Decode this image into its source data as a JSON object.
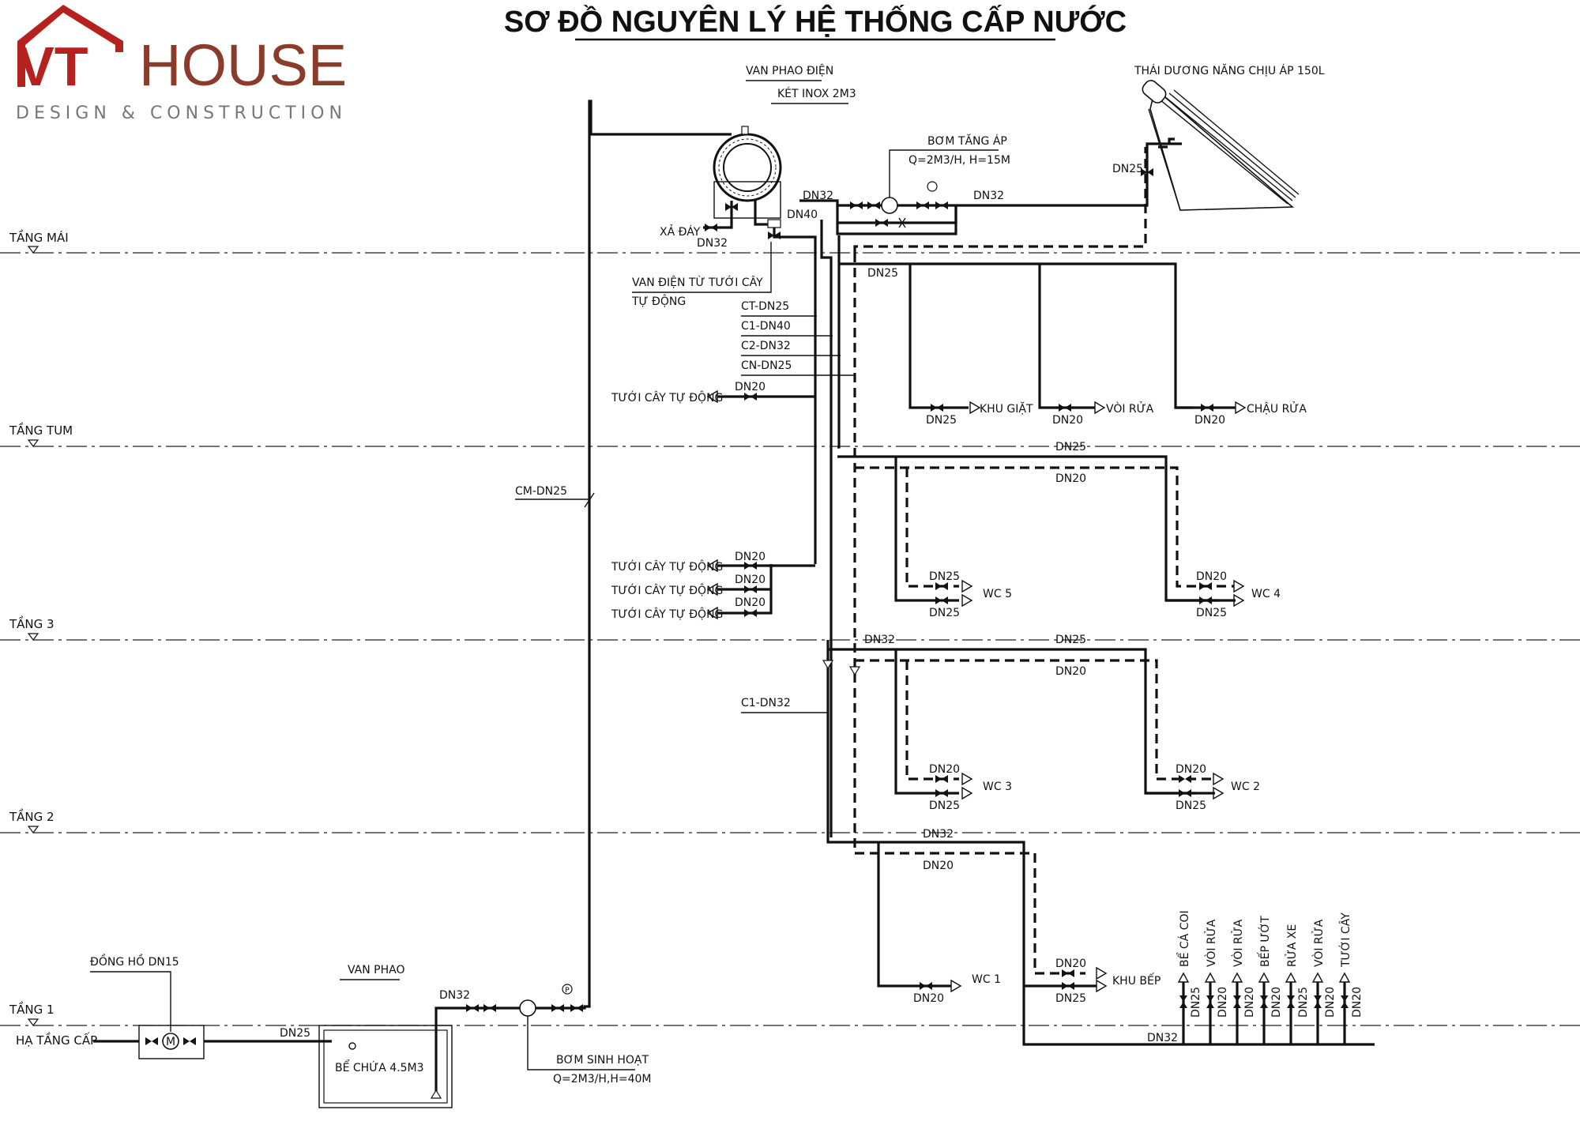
{
  "title": "SƠ ĐỒ NGUYÊN LÝ HỆ THỐNG CẤP NƯỚC",
  "logo": {
    "mark": "VT",
    "name": "HOUSE",
    "tagline": "DESIGN & CONSTRUCTION",
    "colors": {
      "primary": "#b5211f",
      "secondary": "#8a3b2a",
      "tagline": "#777777"
    }
  },
  "levels": [
    "TẦNG MÁI",
    "TẦNG TUM",
    "TẦNG 3",
    "TẦNG 2",
    "TẦNG 1"
  ],
  "equipment": {
    "float_valve_elec": "VAN PHAO ĐIỆN",
    "tank_roof": "KÉT INOX 2M3",
    "booster_pump": "BƠM TĂNG ÁP",
    "booster_pump_spec": "Q=2M3/H, H=15M",
    "solar": "THÁI DƯƠNG NĂNG CHỊU ÁP 150L",
    "drain": "XẢ ĐÁY",
    "solenoid": "VAN ĐIỆN TỪ TƯỚI CÂY",
    "solenoid2": "TỰ ĐỘNG",
    "meter": "ĐỒNG HỒ DN15",
    "float_valve": "VAN PHAO",
    "city_supply": "HẠ TẦNG CẤP",
    "ground_tank": "BỂ CHỨA 4.5M3",
    "main_pump": "BƠM SINH HOẠT",
    "main_pump_spec": "Q=2M3/H,H=40M",
    "meter_symbol": "M",
    "gauge_symbol": "P"
  },
  "risers": {
    "ct": "CT-DN25",
    "c1": "C1-DN40",
    "c2": "C2-DN32",
    "cn": "CN-DN25",
    "cm": "CM-DN25",
    "c1b": "C1-DN32"
  },
  "fixtures": {
    "irrigation": "TƯỚI CÂY TỰ ĐỘNG",
    "laundry": "KHU GIẶT",
    "faucet": "VÒI RỬA",
    "sink": "CHẬU RỬA",
    "wc5": "WC 5",
    "wc4": "WC 4",
    "wc3": "WC 3",
    "wc2": "WC 2",
    "wc1": "WC 1",
    "kitchen": "KHU BẾP"
  },
  "sizes": {
    "dn15": "DN15",
    "dn20": "DN20",
    "dn25": "DN25",
    "dn32": "DN32",
    "dn40": "DN40"
  },
  "ground_outlets": [
    {
      "name": "BỂ CÁ COI",
      "size": "DN25"
    },
    {
      "name": "VÒI RỬA",
      "size": "DN20"
    },
    {
      "name": "VÒI RỬA",
      "size": "DN20"
    },
    {
      "name": "BẾP ƯỚT",
      "size": "DN20"
    },
    {
      "name": "RỬA XE",
      "size": "DN25"
    },
    {
      "name": "VÒI RỬA",
      "size": "DN20"
    },
    {
      "name": "TƯỚI CÂY",
      "size": "DN20"
    }
  ]
}
